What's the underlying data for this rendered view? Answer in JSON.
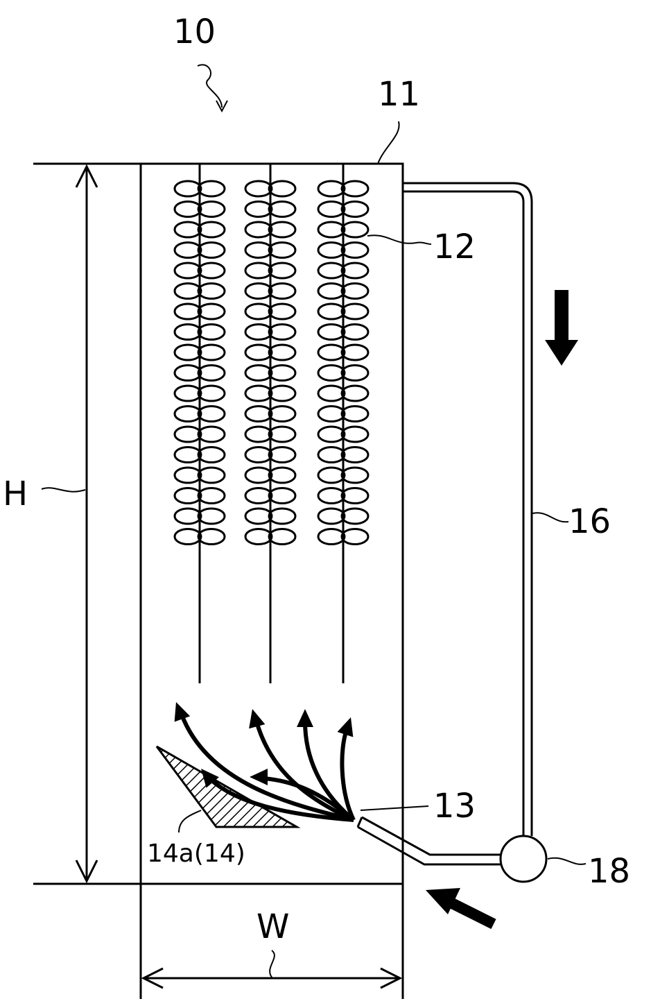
{
  "labels": {
    "apparatus": "10",
    "tank": "11",
    "element": "12",
    "nozzle": "13",
    "deflector": "14a(14)",
    "pipe": "16",
    "pump": "18",
    "height": "H",
    "width": "W"
  },
  "element_columns": 3,
  "element_loops_per_column": 18,
  "flow_arrows_from_nozzle": 6
}
